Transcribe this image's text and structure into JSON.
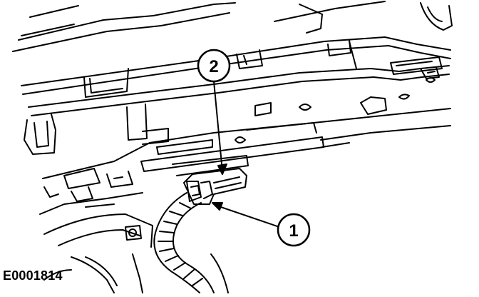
{
  "figure_id": "E0001814",
  "callouts": [
    {
      "number": "1"
    },
    {
      "number": "2"
    }
  ]
}
